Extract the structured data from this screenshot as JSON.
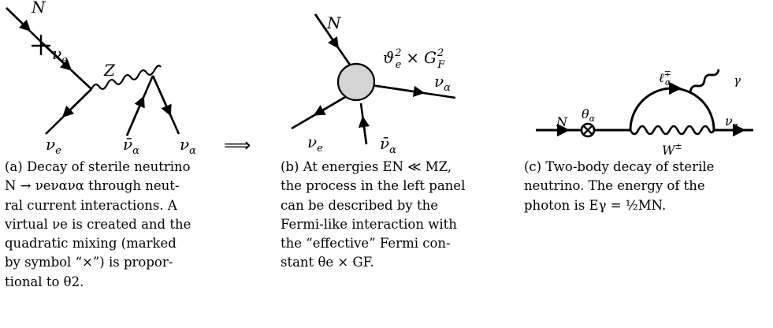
{
  "diagram_a": {
    "labels": {
      "N": "N",
      "nu_e_top": "ν",
      "nu_e_top_sub": "e",
      "Z": "Z",
      "nu_e_bottom": "ν",
      "nu_e_bottom_sub": "e",
      "nubar_alpha": "ν̄",
      "nubar_alpha_sub": "α",
      "nu_alpha": "ν",
      "nu_alpha_sub": "α",
      "arrow": "⟹"
    }
  },
  "diagram_b": {
    "labels": {
      "N": "N",
      "coupling": "ϑ",
      "coupling_sub": "e",
      "coupling_sup": "2",
      "times": "×",
      "gf": "G",
      "gf_sub": "F",
      "gf_sup": "2",
      "nu_alpha": "ν",
      "nu_alpha_sub": "α",
      "nu_e": "ν",
      "nu_e_sub": "e",
      "nubar_alpha": "ν̄",
      "nubar_alpha_sub": "α"
    }
  },
  "diagram_c": {
    "labels": {
      "N": "N",
      "theta": "θ",
      "theta_sub": "α",
      "lepton": "ℓ",
      "lepton_sup": "∓",
      "lepton_sub": "α",
      "gamma": "γ",
      "nu_alpha": "ν",
      "nu_alpha_sub": "α",
      "W": "W",
      "W_sup": "±"
    }
  },
  "captions": {
    "a": [
      "(a) Decay of sterile neutrino",
      "N → νeνανα through neut-",
      "ral current interactions. A",
      "virtual νe is created and the",
      "quadratic mixing (marked",
      "by symbol “×”) is propor-",
      "tional to θ2."
    ],
    "b": [
      "(b) At energies EN ≪ MZ,",
      "the process in the left panel",
      "can be described by the",
      "Fermi-like interaction with",
      "the “effective” Fermi con-",
      "stant θe × GF."
    ],
    "c": [
      "(c) Two-body decay of sterile",
      "neutrino. The energy of the",
      "photon is Eγ = ½MN."
    ]
  }
}
